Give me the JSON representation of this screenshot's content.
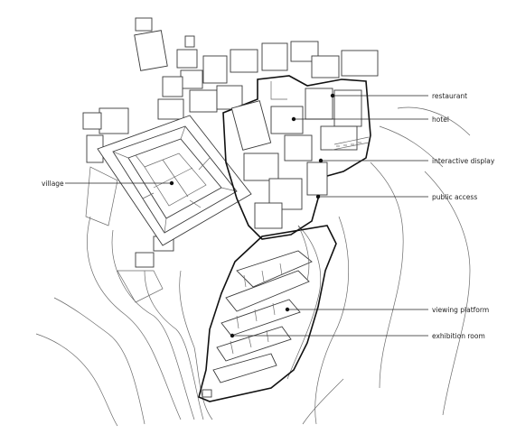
{
  "diagram": {
    "labels": {
      "restaurant": "restaurant",
      "hotel": "hotel",
      "interactive_display": "interactive display",
      "public_access": "public access",
      "village": "village",
      "viewing_platform": "viewing platform",
      "exhibition_room": "exhibition room"
    },
    "colors": {
      "background": "#ffffff",
      "line": "#3a3a3a",
      "outline": "#111111"
    }
  }
}
